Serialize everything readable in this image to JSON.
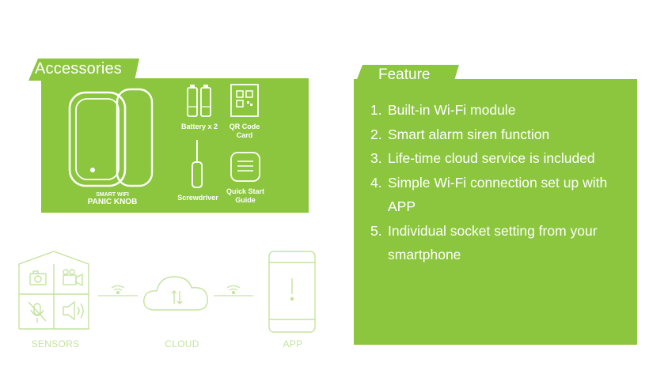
{
  "accessories": {
    "title": "Accessories",
    "knob_line1": "SMART WIFI",
    "knob_line2": "PANIC KNOB",
    "battery_label": "Battery x 2",
    "qr_line1": "QR Code",
    "qr_line2": "Card",
    "screwdriver_label": "Screwdriver",
    "guide_line1": "Quick Start",
    "guide_line2": "Guide"
  },
  "feature": {
    "title": "Feature",
    "items": [
      {
        "num": "1.",
        "text": "Built-in Wi-Fi module"
      },
      {
        "num": "2.",
        "text": "Smart alarm siren function"
      },
      {
        "num": "3.",
        "text": "Life-time cloud service is included"
      },
      {
        "num": "4.",
        "text": "Simple Wi-Fi connection set up with APP"
      },
      {
        "num": "5.",
        "text": "Individual socket setting from your smartphone"
      }
    ]
  },
  "diagram": {
    "sensors_label": "SENSORS",
    "cloud_label": "CLOUD",
    "app_label": "APP"
  },
  "colors": {
    "brand_green": "#8cc63f",
    "light_green": "#c4e3a0"
  }
}
